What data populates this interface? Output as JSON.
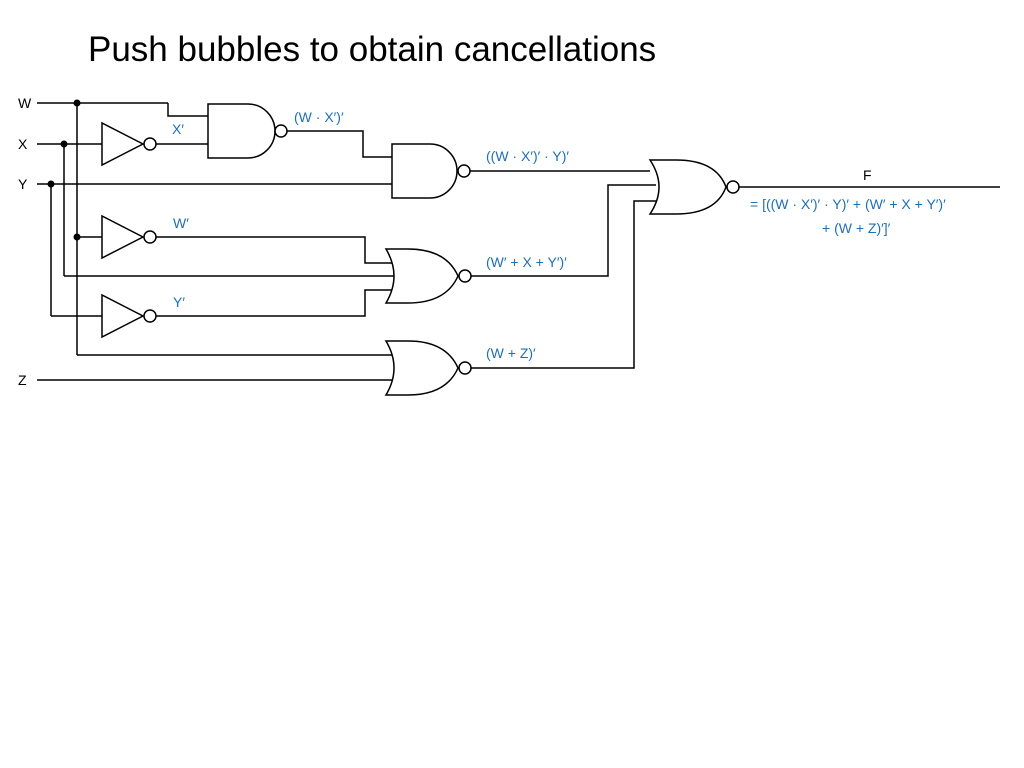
{
  "slide": {
    "title": "Push bubbles to obtain cancellations"
  },
  "inputs": {
    "w": "W",
    "x": "X",
    "y": "Y",
    "z": "Z"
  },
  "expressions": {
    "x_not": "X′",
    "w_not": "W′",
    "y_not": "Y′",
    "wx_nand": "(W · X′)′",
    "wxy_nand": "((W · X′)′ · Y)′",
    "wxy_nor": "(W′ + X + Y′)′",
    "wz_nor": "(W + Z)′"
  },
  "output": {
    "name": "F",
    "line1": "= [((W · X′)′ · Y)′ + (W′ + X + Y′)′",
    "line2": "+ (W + Z)′]′"
  },
  "colors": {
    "expression": "#1f6fb4",
    "wire": "#000000"
  }
}
